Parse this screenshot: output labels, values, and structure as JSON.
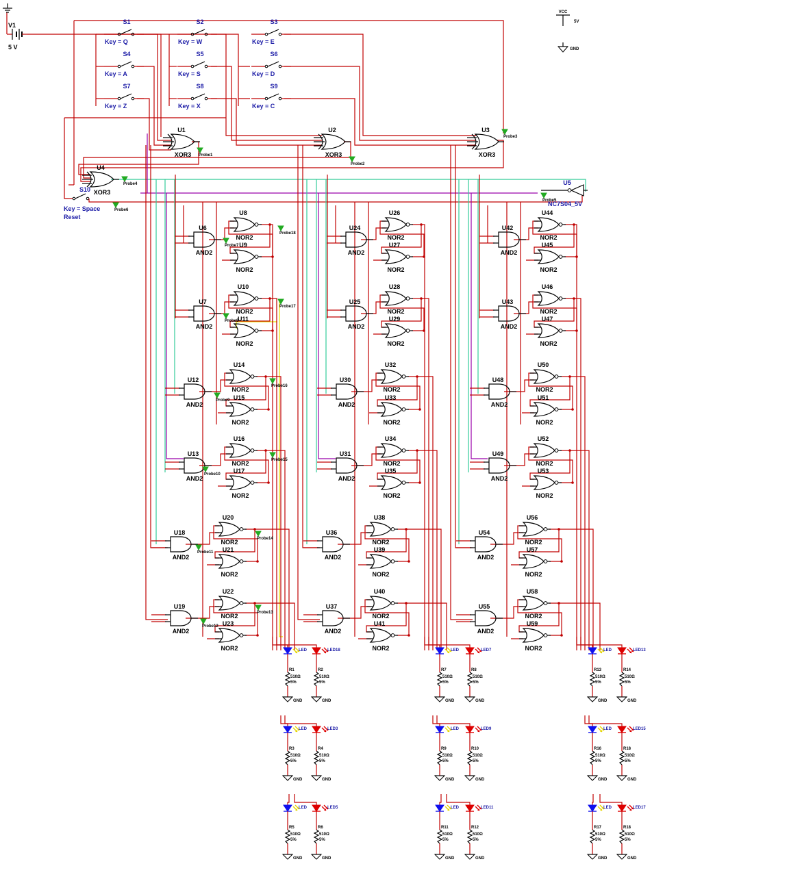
{
  "colors": {
    "wire": "#c00000",
    "wire_cyan": "#33cc99",
    "wire_purple": "#9900aa",
    "wire_yellow": "#e6e600",
    "component": "#000000",
    "label_blue": "#1a1aa6",
    "label_black": "#000000",
    "probe": "#22aa22",
    "led_blue": "#1010ee",
    "led_red": "#dd0000",
    "led_ray_yellow": "#e6d600",
    "led_ray_red": "#dd0000"
  },
  "power": {
    "v1": {
      "ref": "V1",
      "value": "5 V"
    },
    "vcc": {
      "ref": "VCC",
      "value": "5V"
    },
    "gnd": "GND"
  },
  "switches": [
    {
      "ref": "S1",
      "key": "Key = Q"
    },
    {
      "ref": "S2",
      "key": "Key = W"
    },
    {
      "ref": "S3",
      "key": "Key = E"
    },
    {
      "ref": "S4",
      "key": "Key = A"
    },
    {
      "ref": "S5",
      "key": "Key = S"
    },
    {
      "ref": "S6",
      "key": "Key = D"
    },
    {
      "ref": "S7",
      "key": "Key = Z"
    },
    {
      "ref": "S8",
      "key": "Key = X"
    },
    {
      "ref": "S9",
      "key": "Key = C"
    },
    {
      "ref": "S10",
      "key": "Key = Space",
      "extra": "Reset"
    }
  ],
  "gates": [
    {
      "ref": "U1",
      "type": "XOR3"
    },
    {
      "ref": "U2",
      "type": "XOR3"
    },
    {
      "ref": "U3",
      "type": "XOR3"
    },
    {
      "ref": "U4",
      "type": "XOR3"
    },
    {
      "ref": "U5",
      "type": "NC7S04_5V"
    },
    {
      "ref": "U6",
      "type": "AND2"
    },
    {
      "ref": "U7",
      "type": "AND2"
    },
    {
      "ref": "U12",
      "type": "AND2"
    },
    {
      "ref": "U13",
      "type": "AND2"
    },
    {
      "ref": "U18",
      "type": "AND2"
    },
    {
      "ref": "U19",
      "type": "AND2"
    },
    {
      "ref": "U24",
      "type": "AND2"
    },
    {
      "ref": "U25",
      "type": "AND2"
    },
    {
      "ref": "U30",
      "type": "AND2"
    },
    {
      "ref": "U31",
      "type": "AND2"
    },
    {
      "ref": "U36",
      "type": "AND2"
    },
    {
      "ref": "U37",
      "type": "AND2"
    },
    {
      "ref": "U42",
      "type": "AND2"
    },
    {
      "ref": "U43",
      "type": "AND2"
    },
    {
      "ref": "U48",
      "type": "AND2"
    },
    {
      "ref": "U49",
      "type": "AND2"
    },
    {
      "ref": "U54",
      "type": "AND2"
    },
    {
      "ref": "U55",
      "type": "AND2"
    },
    {
      "ref": "U8",
      "type": "NOR2"
    },
    {
      "ref": "U9",
      "type": "NOR2"
    },
    {
      "ref": "U10",
      "type": "NOR2"
    },
    {
      "ref": "U11",
      "type": "NOR2"
    },
    {
      "ref": "U14",
      "type": "NOR2"
    },
    {
      "ref": "U15",
      "type": "NOR2"
    },
    {
      "ref": "U16",
      "type": "NOR2"
    },
    {
      "ref": "U17",
      "type": "NOR2"
    },
    {
      "ref": "U20",
      "type": "NOR2"
    },
    {
      "ref": "U21",
      "type": "NOR2"
    },
    {
      "ref": "U22",
      "type": "NOR2"
    },
    {
      "ref": "U23",
      "type": "NOR2"
    },
    {
      "ref": "U26",
      "type": "NOR2"
    },
    {
      "ref": "U27",
      "type": "NOR2"
    },
    {
      "ref": "U28",
      "type": "NOR2"
    },
    {
      "ref": "U29",
      "type": "NOR2"
    },
    {
      "ref": "U32",
      "type": "NOR2"
    },
    {
      "ref": "U33",
      "type": "NOR2"
    },
    {
      "ref": "U34",
      "type": "NOR2"
    },
    {
      "ref": "U35",
      "type": "NOR2"
    },
    {
      "ref": "U38",
      "type": "NOR2"
    },
    {
      "ref": "U39",
      "type": "NOR2"
    },
    {
      "ref": "U40",
      "type": "NOR2"
    },
    {
      "ref": "U41",
      "type": "NOR2"
    },
    {
      "ref": "U44",
      "type": "NOR2"
    },
    {
      "ref": "U45",
      "type": "NOR2"
    },
    {
      "ref": "U46",
      "type": "NOR2"
    },
    {
      "ref": "U47",
      "type": "NOR2"
    },
    {
      "ref": "U50",
      "type": "NOR2"
    },
    {
      "ref": "U51",
      "type": "NOR2"
    },
    {
      "ref": "U52",
      "type": "NOR2"
    },
    {
      "ref": "U53",
      "type": "NOR2"
    },
    {
      "ref": "U56",
      "type": "NOR2"
    },
    {
      "ref": "U57",
      "type": "NOR2"
    },
    {
      "ref": "U58",
      "type": "NOR2"
    },
    {
      "ref": "U59",
      "type": "NOR2"
    }
  ],
  "probes": [
    "Probe1",
    "Probe2",
    "Probe3",
    "Probe4",
    "Probe5",
    "Probe6",
    "Probe7",
    "Probe8",
    "Probe9",
    "Probe10",
    "Probe11",
    "Probe12",
    "Probe13",
    "Probe14",
    "Probe15",
    "Probe16",
    "Probe17",
    "Probe18"
  ],
  "leds": [
    {
      "ref": "LED",
      "color": "blue"
    },
    {
      "ref": "LED18",
      "color": "red"
    },
    {
      "ref": "LED",
      "color": "blue"
    },
    {
      "ref": "LED3",
      "color": "red"
    },
    {
      "ref": "LED",
      "color": "blue"
    },
    {
      "ref": "LED5",
      "color": "red"
    },
    {
      "ref": "LED",
      "color": "blue"
    },
    {
      "ref": "LED7",
      "color": "red"
    },
    {
      "ref": "LED",
      "color": "blue"
    },
    {
      "ref": "LED9",
      "color": "red"
    },
    {
      "ref": "LED",
      "color": "blue"
    },
    {
      "ref": "LED11",
      "color": "red"
    },
    {
      "ref": "LED",
      "color": "blue"
    },
    {
      "ref": "LED13",
      "color": "red"
    },
    {
      "ref": "LED",
      "color": "blue"
    },
    {
      "ref": "LED15",
      "color": "red"
    },
    {
      "ref": "LED",
      "color": "blue"
    },
    {
      "ref": "LED17",
      "color": "red"
    }
  ],
  "resistors": [
    {
      "ref": "R1",
      "value": "510Ω",
      "tol": "5%"
    },
    {
      "ref": "R2",
      "value": "510Ω",
      "tol": "5%"
    },
    {
      "ref": "R3",
      "value": "510Ω",
      "tol": "5%"
    },
    {
      "ref": "R4",
      "value": "510Ω",
      "tol": "5%"
    },
    {
      "ref": "R5",
      "value": "510Ω",
      "tol": "5%"
    },
    {
      "ref": "R6",
      "value": "510Ω",
      "tol": "5%"
    },
    {
      "ref": "R7",
      "value": "510Ω",
      "tol": "5%"
    },
    {
      "ref": "R8",
      "value": "510Ω",
      "tol": "5%"
    },
    {
      "ref": "R9",
      "value": "510Ω",
      "tol": "5%"
    },
    {
      "ref": "R10",
      "value": "510Ω",
      "tol": "5%"
    },
    {
      "ref": "R11",
      "value": "510Ω",
      "tol": "5%"
    },
    {
      "ref": "R12",
      "value": "510Ω",
      "tol": "5%"
    },
    {
      "ref": "R13",
      "value": "510Ω",
      "tol": "5%"
    },
    {
      "ref": "R14",
      "value": "510Ω",
      "tol": "5%"
    },
    {
      "ref": "R16",
      "value": "510Ω",
      "tol": "5%"
    },
    {
      "ref": "R18",
      "value": "510Ω",
      "tol": "5%"
    },
    {
      "ref": "R17",
      "value": "510Ω",
      "tol": "5%"
    },
    {
      "ref": "R18",
      "value": "510Ω",
      "tol": "5%"
    }
  ]
}
